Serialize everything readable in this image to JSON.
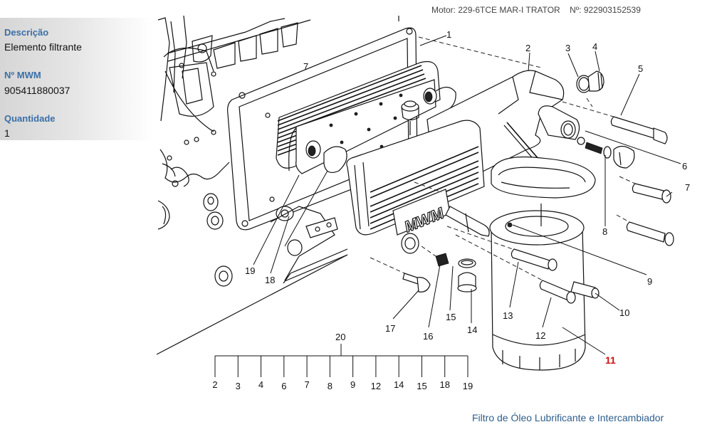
{
  "header": {
    "motor_label": "Motor:",
    "motor_value": "229-6TCE MAR-I TRATOR",
    "number_label": "Nº:",
    "number_value": "922903152539"
  },
  "info": {
    "description_label": "Descrição",
    "description_value": "Elemento filtrante",
    "mwm_label": "Nº MWM",
    "mwm_value": "905411880037",
    "quantity_label": "Quantidade",
    "quantity_value": "1"
  },
  "diagram": {
    "title": "Filtro de Óleo Lubrificante e Intercambiador",
    "brand_mark": "MWM",
    "highlighted_part": "11",
    "highlight_color": "#d01010",
    "callouts": {
      "c1": "1",
      "c2": "2",
      "c3": "3",
      "c4": "4",
      "c5": "5",
      "c6": "6",
      "c7a": "7",
      "c7b": "7",
      "c8": "8",
      "c9": "9",
      "c10": "10",
      "c11": "11",
      "c12": "12",
      "c13": "13",
      "c14": "14",
      "c15": "15",
      "c16": "16",
      "c17": "17",
      "c18": "18",
      "c19": "19"
    },
    "kit": {
      "label": "20",
      "items": [
        "2",
        "3",
        "4",
        "6",
        "7",
        "8",
        "9",
        "12",
        "14",
        "15",
        "18",
        "19"
      ]
    }
  }
}
